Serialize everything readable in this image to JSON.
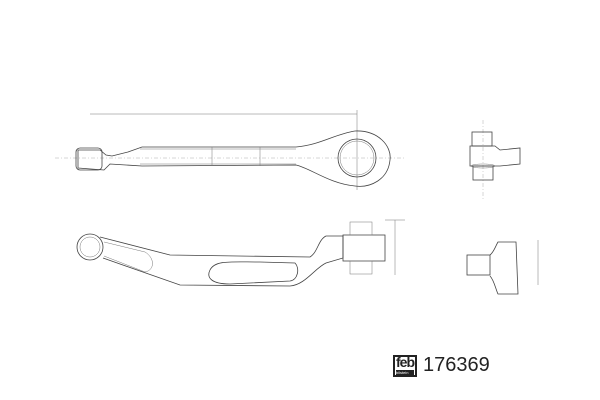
{
  "brand": {
    "logo_text": "febi",
    "logo_subtext": "bilstein"
  },
  "part_number": "176369",
  "colors": {
    "line": "#444444",
    "text": "#222222"
  }
}
